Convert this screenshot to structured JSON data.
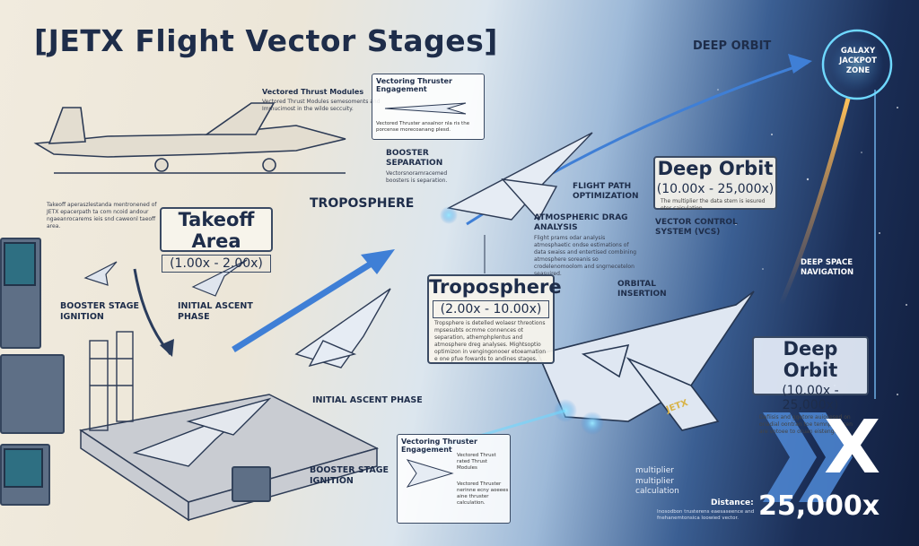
{
  "title": "[JETX Flight Vector Stages]",
  "labels": {
    "deep_orbit_header": "DEEP ORBIT",
    "jackpot_zone": "GALAXY JACKPOT ZONE",
    "troposphere_sky": "TROPOSPHERE",
    "booster_separation": "BOOSTER SEPARATION",
    "booster_separation_note": "Vectorsnoramracemed boosters is separation.",
    "flight_path_opt": "FLIGHT PATH OPTIMIZATION",
    "atmospheric_drag": "ATMOSPHERIC DRAG ANALYSIS",
    "atmospheric_note": "Flight prams odar analysis atmosphaetic ondse estimations of data swaiss and entertised combining atmosphere soreanis so crodelenomoolom and sngrnecetelon seasuired.",
    "vector_control": "VECTOR CONTROL SYSTEM (VCS)",
    "deep_space_nav": "DEEP SPACE NAVIGATION",
    "orbital_insertion": "ORBITAL INSERTION",
    "booster_ignition_left": "BOOSTER STAGE IGNITION",
    "initial_ascent_left": "INITIAL ASCENT PHASE",
    "initial_ascent_center": "INITIAL ASCENT PHASE",
    "booster_ignition_bottom": "BOOSTER STAGE IGNITION",
    "vectored_thrust_modules": "Vectored Thrust Modules",
    "vectored_thrust_note": "Vectored Thrust Modules semesoments and Immucimost in the wilde seccuity.",
    "takeoff_note": "Takeoff aperaszlestanda mentronened of JETX epacerpath ta com ncoid andour ngaeanrocarems ieis snd caweonl taeoff area.",
    "multiplier": "multiplier",
    "multiplier_calc": "multiplier calculation",
    "distance": "Distance:",
    "distance_note": "Inosodbon trusterens eaesaseence and fnehanemtonsica loowied vector.",
    "distance_value": "25,000x",
    "jetx_tail": "JETX",
    "big_x": "X"
  },
  "stages": {
    "takeoff": {
      "name": "Takeoff Area",
      "range": "(1.00x - 2.00x)"
    },
    "troposphere": {
      "name": "Troposphere",
      "range": "(2.00x - 10.00x)",
      "desc": "Tropsphere is detelled wolaesr threotions mpsesubts ocmme connences ot separation, athemphplentus and atmosphere dreg analyses. Mightsoptio optimizon in vengingonooer etoeamation e one pfue fowards to andines stages."
    },
    "deep_orbit_upper": {
      "name": "Deep Orbit",
      "range": "(10.00x - 25,000x)",
      "desc": "The multiplier the data stem is iesured eter caiculation."
    },
    "deep_orbit_lower": {
      "name": "Deep Orbit",
      "range": "(10.00x - 25,000x)",
      "desc": "Defiisis and ggetore auiosesed on oriadial oontran toe temnphicacen are votoee to oruan eistengen."
    }
  },
  "insets": {
    "top": {
      "title": "Vectoring Thruster Engagement",
      "note": "Vectored Thruster ansalnor nla ris the porcense morecoanang plesd."
    },
    "bottom": {
      "title": "Vectoring Thruster Engagement",
      "note_a": "Vectored Thrust rated Thrust Modules",
      "note_b": "Vectored Thruster nerinne ecny aoeees aine thruster calculation."
    }
  },
  "colors": {
    "ink": "#1e2d4a",
    "paper": "#f1ebde",
    "space": "#111e3d",
    "accent_blue": "#3f7fd6",
    "glow": "#6fd8ff"
  }
}
